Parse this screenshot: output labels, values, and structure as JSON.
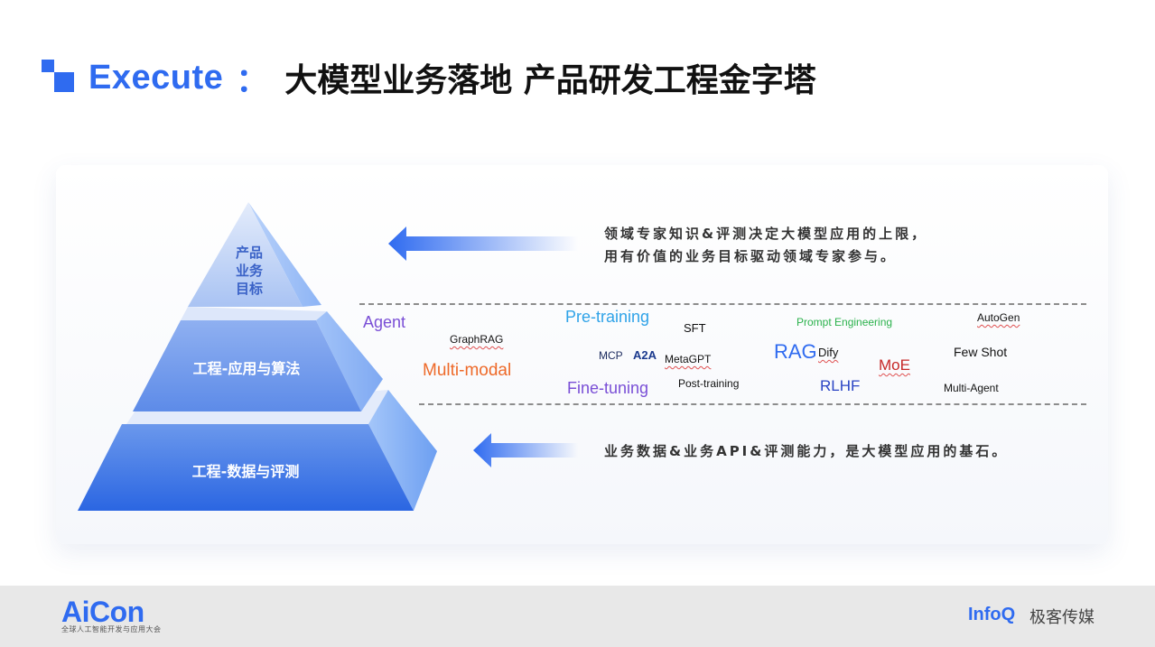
{
  "header": {
    "title_en": "Execute",
    "colon": "：",
    "title_zh": "大模型业务落地 产品研发工程金字塔"
  },
  "pyramid": {
    "top_label": "产品\n业务\n目标",
    "middle_label": "工程-应用与算法",
    "bottom_label": "工程-数据与评测"
  },
  "descriptions": {
    "top_line1": "领域专家知识&评测决定大模型应用的上限，",
    "top_line2": "用有价值的业务目标驱动领域专家参与。",
    "bottom": "业务数据&业务API&评测能力，是大模型应用的基石。"
  },
  "keywords": {
    "agent": "Agent",
    "graphrag": "GraphRAG",
    "multimodal": "Multi-modal",
    "pretraining": "Pre-training",
    "sft": "SFT",
    "mcp": "MCP",
    "a2a": "A2A",
    "metagpt": "MetaGPT",
    "finetuning": "Fine-tuning",
    "posttraining": "Post-training",
    "prompt_engineering": "Prompt Engineering",
    "rag": "RAG",
    "dify": "Dify",
    "rlhf": "RLHF",
    "moe": "MoE",
    "autogen": "AutoGen",
    "fewshot": "Few Shot",
    "multiagent": "Multi-Agent"
  },
  "footer": {
    "aicon": "AiCon",
    "aicon_sub": "全球人工智能开发与应用大会",
    "infoq": "InfoQ",
    "infoq_zh": "极客传媒"
  },
  "colors": {
    "brand_blue": "#2f6bf0",
    "agent": "#7a4fd6",
    "multimodal": "#ee6a2a",
    "pretraining": "#2fa3e8",
    "finetuning": "#7a4fd6",
    "prompt": "#2bb24c",
    "rag": "#2f6bf0",
    "rlhf": "#2a44c4",
    "moe": "#c62828"
  },
  "icons": [
    "left-arrow-icon",
    "square-logo-icon"
  ]
}
